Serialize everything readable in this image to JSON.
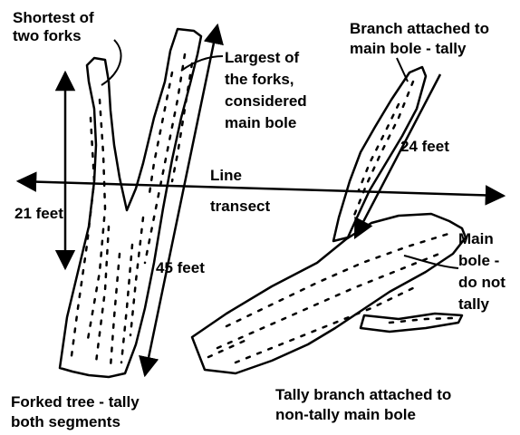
{
  "labels": {
    "shortest_fork_l1": "Shortest of",
    "shortest_fork_l2": "two forks",
    "largest_fork_l1": "Largest of",
    "largest_fork_l2": "the forks,",
    "largest_fork_l3": "considered",
    "largest_fork_l4": "main bole",
    "branch_attached_l1": "Branch attached to",
    "branch_attached_l2": "main bole - tally",
    "len_24": "24 feet",
    "line_word": "Line",
    "transect_word": "transect",
    "len_21": "21 feet",
    "len_45": "45 feet",
    "main_bole_l1": "Main",
    "main_bole_l2": "bole -",
    "main_bole_l3": "do not",
    "main_bole_l4": "tally",
    "forked_caption_l1": "Forked tree - tally",
    "forked_caption_l2": "both segments",
    "tally_caption_l1": "Tally branch attached to",
    "tally_caption_l2": "non-tally main bole"
  },
  "colors": {
    "ink": "#000000",
    "paper": "#ffffff"
  }
}
